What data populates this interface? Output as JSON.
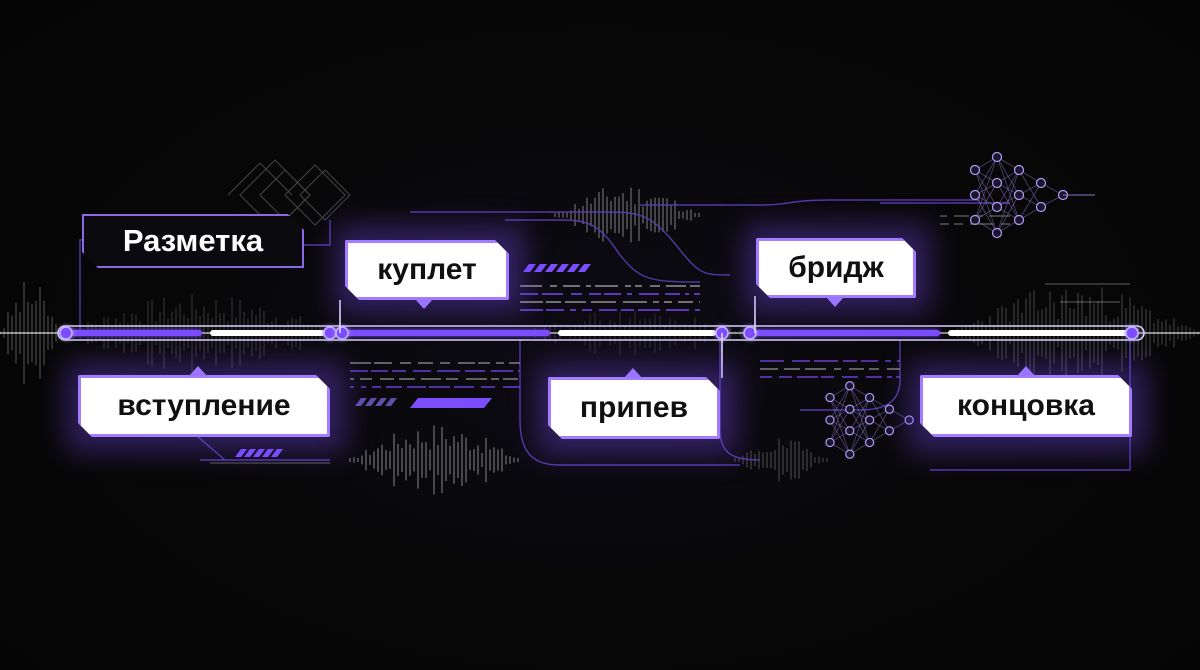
{
  "title": "Разметка",
  "sections": [
    {
      "id": "intro",
      "label": "вступление"
    },
    {
      "id": "verse",
      "label": "куплет"
    },
    {
      "id": "chorus",
      "label": "припев"
    },
    {
      "id": "bridge",
      "label": "бридж"
    },
    {
      "id": "outro",
      "label": "концовка"
    }
  ],
  "colors": {
    "background": "#060606",
    "accent": "#7c4dff",
    "accent_light": "#a47cff",
    "label_fill": "#ffffff",
    "label_text": "#101010",
    "title_text": "#ffffff"
  },
  "icons": [
    "waveform",
    "neural-network-icon",
    "diamond-pattern",
    "dashed-stripes"
  ]
}
